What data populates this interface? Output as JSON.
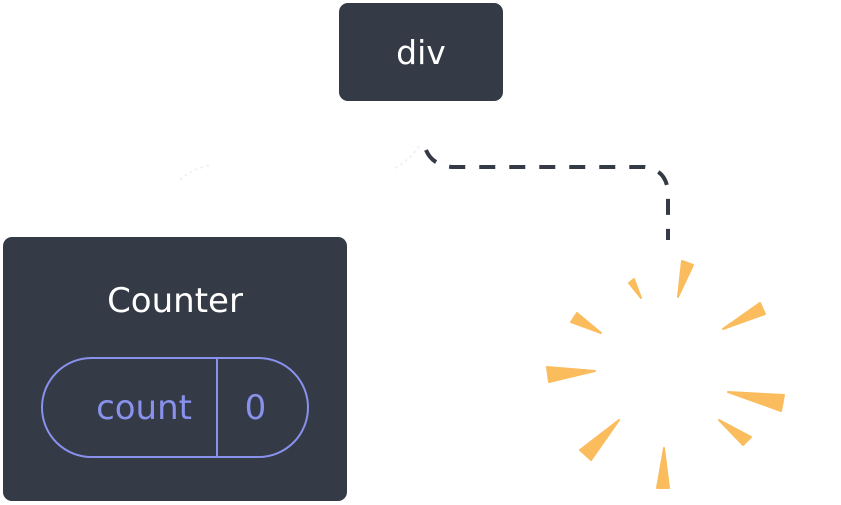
{
  "diagram": {
    "root_node": {
      "label": "div"
    },
    "counter_component": {
      "label": "Counter",
      "state": {
        "name": "count",
        "value": "0"
      }
    },
    "removed_child": {
      "indicator": "burst-icon",
      "color": "#fbbc5e"
    },
    "colors": {
      "node_background": "#343a46",
      "node_text": "#ffffff",
      "state_accent": "#8891ec",
      "connector": "#343a46",
      "burst": "#fbbc5e"
    }
  }
}
